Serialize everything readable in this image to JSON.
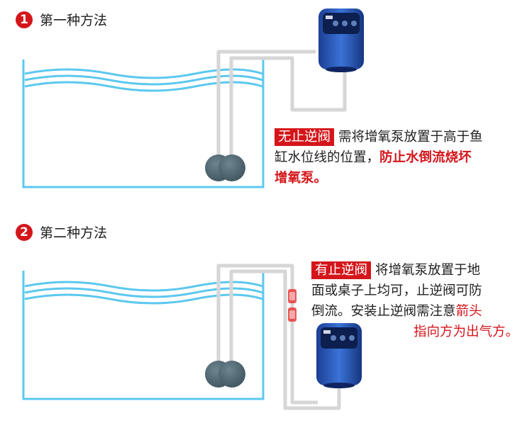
{
  "method1": {
    "number": "1",
    "title": "第一种方法",
    "tag": "无止逆阀",
    "text_1": "需将增氧泵放置于高于鱼",
    "text_2": "缸水位线的位置，",
    "highlight_1": "防止水倒流烧坏",
    "highlight_2": "增氧泵。"
  },
  "method2": {
    "number": "2",
    "title": "第二种方法",
    "tag": "有止逆阀",
    "text_1": "将增氧泵放置于地",
    "text_2": "面或桌子上均可，止逆阀可防",
    "text_3": "倒流。安装止逆阀需注意",
    "highlight_1": "箭头",
    "highlight_2": "指向方为出气方。"
  },
  "colors": {
    "accent_red": "#d4161b",
    "water_blue": "#5cc8ef",
    "pump_blue": "#2d5fc4",
    "stone_grey": "#4f6770"
  }
}
